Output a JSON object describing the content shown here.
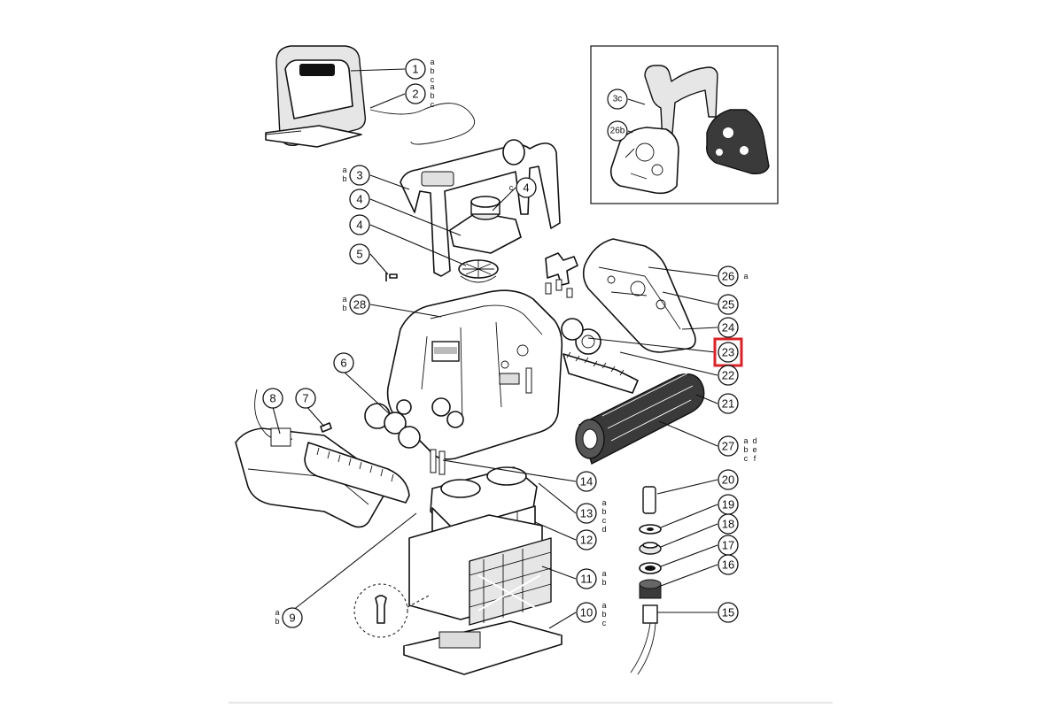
{
  "callouts": [
    {
      "id": "1",
      "subs": "a b c"
    },
    {
      "id": "2",
      "subs": "a b c"
    },
    {
      "id": "3",
      "subs": "a b"
    },
    {
      "id": "4",
      "subs": ""
    },
    {
      "id": "4",
      "subs": "c"
    },
    {
      "id": "4",
      "subs": ""
    },
    {
      "id": "5",
      "subs": ""
    },
    {
      "id": "28",
      "subs": "a b"
    },
    {
      "id": "26",
      "subs": "a"
    },
    {
      "id": "25",
      "subs": ""
    },
    {
      "id": "24",
      "subs": ""
    },
    {
      "id": "23",
      "subs": ""
    },
    {
      "id": "22",
      "subs": ""
    },
    {
      "id": "21",
      "subs": ""
    },
    {
      "id": "27",
      "subs": "a d b e c f"
    },
    {
      "id": "6",
      "subs": ""
    },
    {
      "id": "7",
      "subs": ""
    },
    {
      "id": "8",
      "subs": ""
    },
    {
      "id": "14",
      "subs": ""
    },
    {
      "id": "13",
      "subs": "a b c d"
    },
    {
      "id": "12",
      "subs": ""
    },
    {
      "id": "11",
      "subs": "a b"
    },
    {
      "id": "10",
      "subs": "a b c"
    },
    {
      "id": "9",
      "subs": "a b"
    },
    {
      "id": "20",
      "subs": ""
    },
    {
      "id": "19",
      "subs": ""
    },
    {
      "id": "18",
      "subs": ""
    },
    {
      "id": "17",
      "subs": ""
    },
    {
      "id": "16",
      "subs": ""
    },
    {
      "id": "15",
      "subs": ""
    },
    {
      "id": "3c",
      "subs": ""
    },
    {
      "id": "26b",
      "subs": ""
    }
  ],
  "highlight": {
    "callout": "23",
    "color": "#d8232a"
  }
}
